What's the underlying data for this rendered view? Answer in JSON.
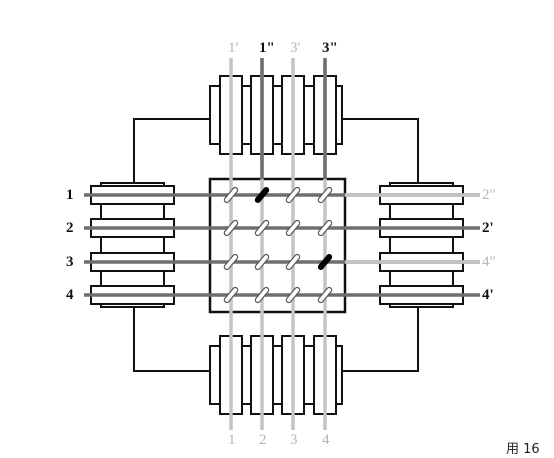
{
  "figure": {
    "caption": "用 16",
    "top_labels": [
      "1'",
      "1\"",
      "3'",
      "3\""
    ],
    "left_labels": [
      "1",
      "2",
      "3",
      "4"
    ],
    "right_labels": [
      "2\"",
      "2'",
      "4\"",
      "4'"
    ],
    "bottom_labels": [
      "1",
      "2",
      "3",
      "4"
    ],
    "vertical_line_shades": [
      "light",
      "dark",
      "light",
      "dark"
    ],
    "horizontal_line_shades": [
      "dark",
      "dark",
      "dark",
      "dark"
    ],
    "right_label_shades": [
      "light",
      "dark",
      "light",
      "dark"
    ],
    "closed_crosspoints": [
      [
        0,
        1
      ],
      [
        2,
        3
      ]
    ],
    "colors": {
      "dark_line": "#6e6e6e",
      "light_line": "#c4c4c4",
      "outline": "#111111",
      "closed_switch": "#000000"
    }
  }
}
